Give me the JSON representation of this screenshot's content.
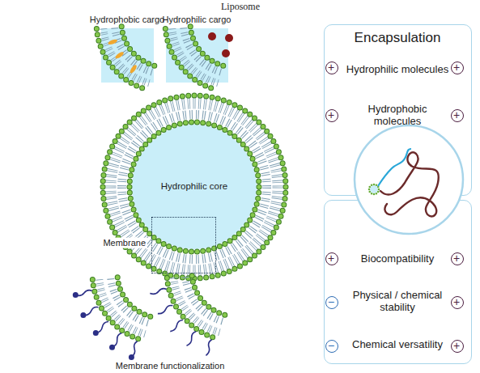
{
  "diagram": {
    "title": "Liposome",
    "nodes": [
      {
        "text": [
          "Hydrophobic cargo"
        ]
      },
      {
        "text": [
          "Hydrophilic cargo"
        ]
      },
      {
        "text": [
          "Encapsulation",
          "Hydrophilic molecules",
          "Hydrophobic molecules"
        ]
      },
      {
        "text": [
          "+"
        ],
        "in": 2
      },
      {
        "text": [
          "+"
        ],
        "in": 2
      },
      {
        "text": [
          "+"
        ],
        "in": 2
      },
      {
        "text": [
          "+"
        ],
        "in": 2
      },
      {
        "text": [
          "Hydrophilic core"
        ]
      },
      {
        "text": [
          "Membrane"
        ]
      },
      {
        "text": [
          "Biocompatibility",
          "Physical / chemical stability",
          "Chemical versatility"
        ]
      },
      {
        "text": [
          "+"
        ],
        "in": 9
      },
      {
        "text": [
          "+"
        ],
        "in": 9
      },
      {
        "text": [
          "−"
        ],
        "in": 9
      },
      {
        "text": [
          "+"
        ],
        "in": 9
      },
      {
        "text": [
          "−"
        ],
        "in": 9
      },
      {
        "text": [
          "+"
        ],
        "in": 9
      }
    ],
    "labels": [
      "Membrane functionalization"
    ]
  }
}
